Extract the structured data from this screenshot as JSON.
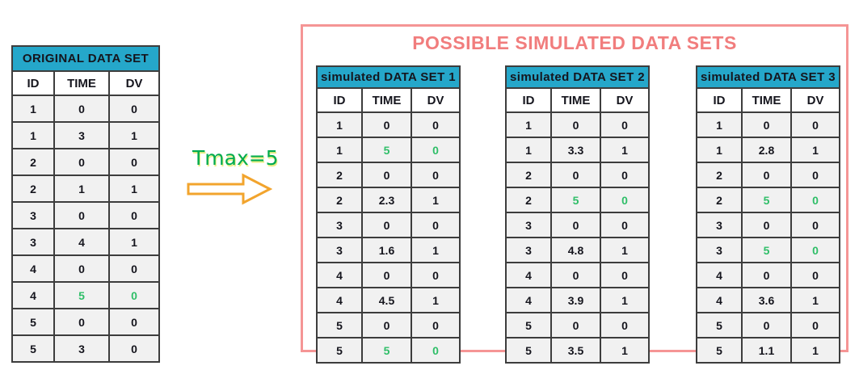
{
  "colors": {
    "teal": "#25a7ca",
    "salmon_text": "#f17d7d",
    "salmon_border": "#f59595",
    "green": "#2fbe68",
    "tmax_green": "#00ab4e",
    "arrow_orange": "#f2a42d",
    "cell_bg": "#f1f1f1",
    "grid": "#3d3d3d",
    "text": "#15151d"
  },
  "original_table": {
    "title": "ORIGINAL DATA SET",
    "columns": [
      "ID",
      "TIME",
      "DV"
    ],
    "rows": [
      {
        "id": "1",
        "time": "0",
        "dv": "0",
        "hl": false
      },
      {
        "id": "1",
        "time": "3",
        "dv": "1",
        "hl": false
      },
      {
        "id": "2",
        "time": "0",
        "dv": "0",
        "hl": false
      },
      {
        "id": "2",
        "time": "1",
        "dv": "1",
        "hl": false
      },
      {
        "id": "3",
        "time": "0",
        "dv": "0",
        "hl": false
      },
      {
        "id": "3",
        "time": "4",
        "dv": "1",
        "hl": false
      },
      {
        "id": "4",
        "time": "0",
        "dv": "0",
        "hl": false
      },
      {
        "id": "4",
        "time": "5",
        "dv": "0",
        "hl": true
      },
      {
        "id": "5",
        "time": "0",
        "dv": "0",
        "hl": false
      },
      {
        "id": "5",
        "time": "3",
        "dv": "0",
        "hl": false
      }
    ]
  },
  "transform": {
    "label": "Tmax=5"
  },
  "panel": {
    "title": "POSSIBLE SIMULATED DATA SETS",
    "tables": [
      {
        "title": "simulated DATA SET 1",
        "columns": [
          "ID",
          "TIME",
          "DV"
        ],
        "rows": [
          {
            "id": "1",
            "time": "0",
            "dv": "0",
            "hl": false
          },
          {
            "id": "1",
            "time": "5",
            "dv": "0",
            "hl": true
          },
          {
            "id": "2",
            "time": "0",
            "dv": "0",
            "hl": false
          },
          {
            "id": "2",
            "time": "2.3",
            "dv": "1",
            "hl": false
          },
          {
            "id": "3",
            "time": "0",
            "dv": "0",
            "hl": false
          },
          {
            "id": "3",
            "time": "1.6",
            "dv": "1",
            "hl": false
          },
          {
            "id": "4",
            "time": "0",
            "dv": "0",
            "hl": false
          },
          {
            "id": "4",
            "time": "4.5",
            "dv": "1",
            "hl": false
          },
          {
            "id": "5",
            "time": "0",
            "dv": "0",
            "hl": false
          },
          {
            "id": "5",
            "time": "5",
            "dv": "0",
            "hl": true
          }
        ]
      },
      {
        "title": "simulated DATA SET 2",
        "columns": [
          "ID",
          "TIME",
          "DV"
        ],
        "rows": [
          {
            "id": "1",
            "time": "0",
            "dv": "0",
            "hl": false
          },
          {
            "id": "1",
            "time": "3.3",
            "dv": "1",
            "hl": false
          },
          {
            "id": "2",
            "time": "0",
            "dv": "0",
            "hl": false
          },
          {
            "id": "2",
            "time": "5",
            "dv": "0",
            "hl": true
          },
          {
            "id": "3",
            "time": "0",
            "dv": "0",
            "hl": false
          },
          {
            "id": "3",
            "time": "4.8",
            "dv": "1",
            "hl": false
          },
          {
            "id": "4",
            "time": "0",
            "dv": "0",
            "hl": false
          },
          {
            "id": "4",
            "time": "3.9",
            "dv": "1",
            "hl": false
          },
          {
            "id": "5",
            "time": "0",
            "dv": "0",
            "hl": false
          },
          {
            "id": "5",
            "time": "3.5",
            "dv": "1",
            "hl": false
          }
        ]
      },
      {
        "title": "simulated DATA SET 3",
        "columns": [
          "ID",
          "TIME",
          "DV"
        ],
        "rows": [
          {
            "id": "1",
            "time": "0",
            "dv": "0",
            "hl": false
          },
          {
            "id": "1",
            "time": "2.8",
            "dv": "1",
            "hl": false
          },
          {
            "id": "2",
            "time": "0",
            "dv": "0",
            "hl": false
          },
          {
            "id": "2",
            "time": "5",
            "dv": "0",
            "hl": true
          },
          {
            "id": "3",
            "time": "0",
            "dv": "0",
            "hl": false
          },
          {
            "id": "3",
            "time": "5",
            "dv": "0",
            "hl": true
          },
          {
            "id": "4",
            "time": "0",
            "dv": "0",
            "hl": false
          },
          {
            "id": "4",
            "time": "3.6",
            "dv": "1",
            "hl": false
          },
          {
            "id": "5",
            "time": "0",
            "dv": "0",
            "hl": false
          },
          {
            "id": "5",
            "time": "1.1",
            "dv": "1",
            "hl": false
          }
        ]
      }
    ]
  }
}
